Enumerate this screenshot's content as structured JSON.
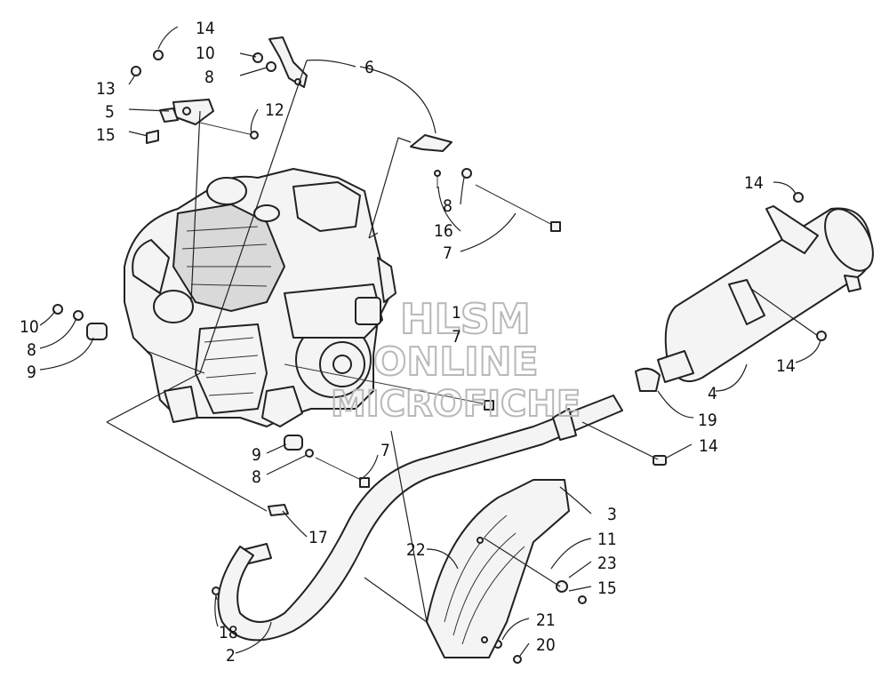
{
  "callouts": {
    "c14a": "14",
    "c10a": "10",
    "c8a": "8",
    "c6": "6",
    "c13": "13",
    "c5": "5",
    "c12": "12",
    "c15a": "15",
    "c8b": "8",
    "c16": "16",
    "c7a": "7",
    "c14b": "14",
    "c1": "1",
    "c7b": "7",
    "c10b": "10",
    "c8c": "8",
    "c9a": "9",
    "c14c": "14",
    "c4": "4",
    "c19": "19",
    "c14d": "14",
    "c9b": "9",
    "c8d": "8",
    "c7c": "7",
    "c3": "3",
    "c17": "17",
    "c22": "22",
    "c11": "11",
    "c23": "23",
    "c15b": "15",
    "c21": "21",
    "c20": "20",
    "c18": "18",
    "c2": "2"
  },
  "watermark": {
    "line1": "HLSM",
    "line2": "ONLINE",
    "line3": "MICROFICHE"
  }
}
